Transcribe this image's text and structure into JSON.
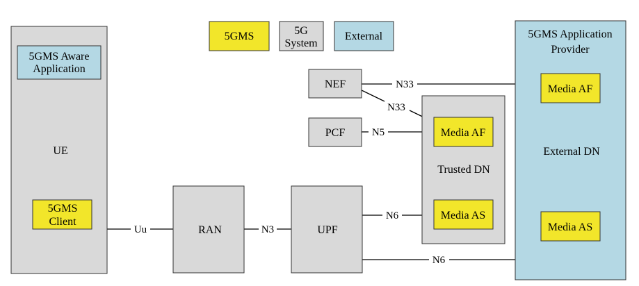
{
  "colors": {
    "gray": "#d9d9d9",
    "yellow": "#f2e62a",
    "blue": "#b4d8e4",
    "border": "#333333",
    "line": "#000000"
  },
  "legend": {
    "fivegms": "5GMS",
    "system": [
      "5G",
      "System"
    ],
    "external": "External"
  },
  "ue": {
    "title": "UE",
    "aware_app": [
      "5GMS Aware",
      "Application"
    ],
    "client": [
      "5GMS",
      "Client"
    ]
  },
  "ran": "RAN",
  "upf": "UPF",
  "nef": "NEF",
  "pcf": "PCF",
  "trusted_dn": {
    "title": "Trusted DN",
    "media_af": "Media AF",
    "media_as": "Media AS"
  },
  "provider": {
    "title": [
      "5GMS Application",
      "Provider"
    ],
    "dn_label": "External DN",
    "media_af": "Media AF",
    "media_as": "Media AS"
  },
  "interfaces": {
    "uu": "Uu",
    "n3": "N3",
    "n6_trusted": "N6",
    "n6_external": "N6",
    "n33_external": "N33",
    "n33_trusted": "N33",
    "n5": "N5"
  }
}
